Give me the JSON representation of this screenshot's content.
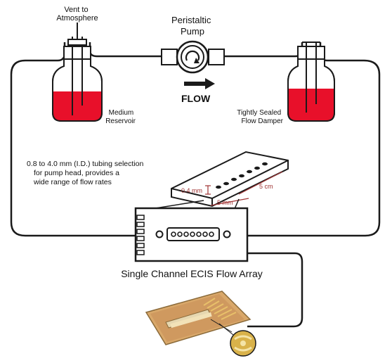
{
  "labels": {
    "vent": [
      "Vent to",
      "Atmosphere"
    ],
    "pump": [
      "Peristaltic",
      "Pump"
    ],
    "flow": "FLOW",
    "reservoir": [
      "Medium",
      "Reservoir"
    ],
    "damper": [
      "Tightly Sealed",
      "Flow Damper"
    ],
    "tubing": [
      "0.8 to 4.0 mm (I.D.) tubing selection",
      "for pump head, provides a",
      "wide range of flow rates"
    ],
    "dim_height": "0.4 mm",
    "dim_length": "5 cm",
    "dim_width": "5 mm",
    "array": "Single Channel ECIS Flow Array"
  },
  "colors": {
    "medium": "#e8102a",
    "outline": "#1a1a1a",
    "dimension": "#a03434",
    "gold": "#c9a04a",
    "chip_base": "#d9a86a"
  }
}
